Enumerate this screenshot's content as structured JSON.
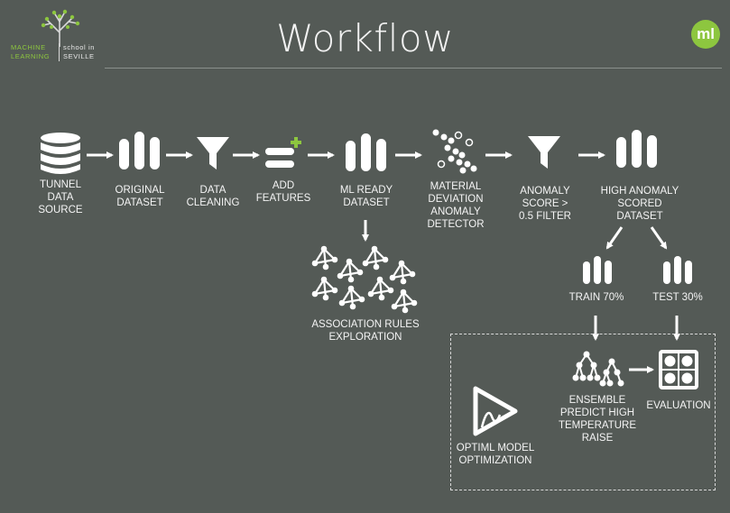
{
  "header": {
    "title": "Workflow",
    "logo_left": {
      "line1_a": "MACHINE",
      "line1_b": "school in",
      "line2_a": "LEARNING",
      "line2_b": "SEVILLE"
    },
    "logo_right": "ml",
    "accent_color": "#8dc63f",
    "background_color": "#545a56"
  },
  "nodes": {
    "tunnel_data_source": {
      "label": "TUNNEL\nDATA\nSOURCE",
      "icon": "database-icon"
    },
    "original_dataset": {
      "label": "ORIGINAL\nDATASET",
      "icon": "dataset-bars-icon"
    },
    "data_cleaning": {
      "label": "DATA\nCLEANING",
      "icon": "filter-icon"
    },
    "add_features": {
      "label": "ADD\nFEATURES",
      "icon": "add-features-icon"
    },
    "ml_ready_dataset": {
      "label": "ML READY\nDATASET",
      "icon": "dataset-bars-icon"
    },
    "anomaly_detector": {
      "label": "MATERIAL\nDEVIATION\nANOMALY\nDETECTOR",
      "icon": "anomaly-dots-icon"
    },
    "anomaly_filter": {
      "label": "ANOMALY\nSCORE >\n0.5 FILTER",
      "icon": "filter-icon"
    },
    "high_anomaly_dataset": {
      "label": "HIGH ANOMALY\nSCORED\nDATASET",
      "icon": "dataset-bars-icon"
    },
    "association_rules": {
      "label": "ASSOCIATION RULES\nEXPLORATION",
      "icon": "association-network-icon"
    },
    "train": {
      "label": "TRAIN 70%",
      "icon": "dataset-bars-icon"
    },
    "test": {
      "label": "TEST 30%",
      "icon": "dataset-bars-icon"
    },
    "ensemble": {
      "label": "ENSEMBLE\nPREDICT HIGH\nTEMPERATURE\nRAISE",
      "icon": "ensemble-tree-icon"
    },
    "evaluation": {
      "label": "EVALUATION",
      "icon": "evaluation-grid-icon"
    },
    "optiml": {
      "label": "OPTIML MODEL\nOPTIMIZATION",
      "icon": "optiml-icon"
    }
  }
}
